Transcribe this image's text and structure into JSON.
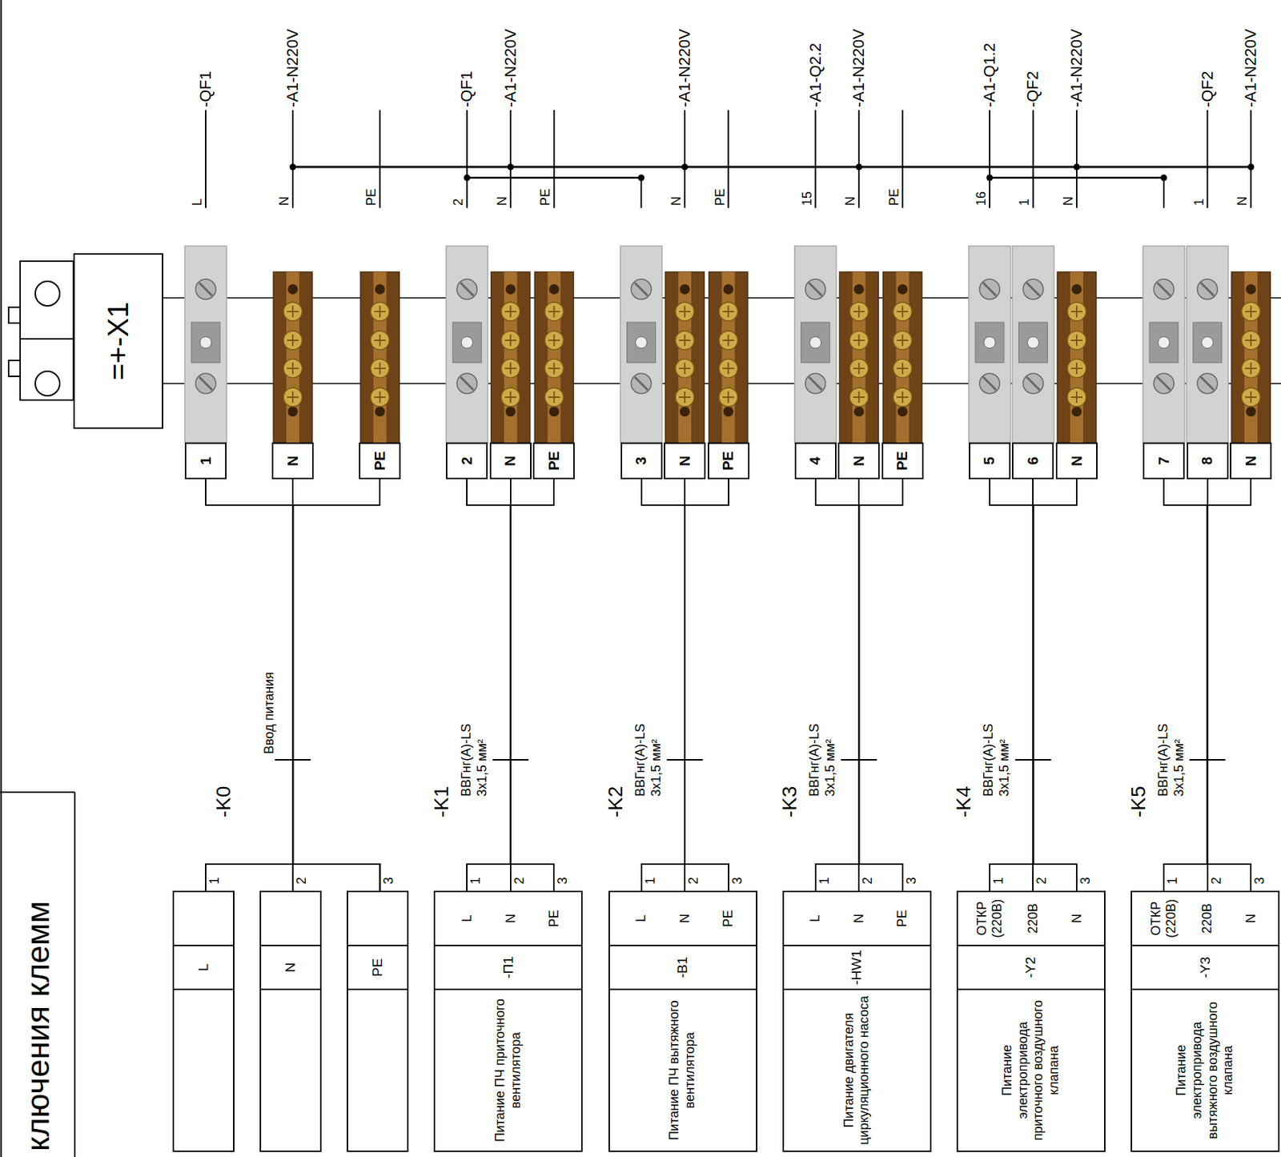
{
  "diagram": {
    "title": "ключения клемм",
    "nodes": [
      {
        "text": [
          "=+-X1"
        ]
      },
      {
        "text": [
          "1"
        ]
      },
      {
        "text": [
          "N"
        ]
      },
      {
        "text": [
          "PE"
        ]
      },
      {
        "text": [
          "2"
        ]
      },
      {
        "text": [
          "N"
        ]
      },
      {
        "text": [
          "PE"
        ]
      },
      {
        "text": [
          "3"
        ]
      },
      {
        "text": [
          "N"
        ]
      },
      {
        "text": [
          "PE"
        ]
      },
      {
        "text": [
          "4"
        ]
      },
      {
        "text": [
          "N"
        ]
      },
      {
        "text": [
          "PE"
        ]
      },
      {
        "text": [
          "5"
        ]
      },
      {
        "text": [
          "6"
        ]
      },
      {
        "text": [
          "N"
        ]
      },
      {
        "text": [
          "7"
        ]
      },
      {
        "text": [
          "8"
        ]
      },
      {
        "text": [
          "N"
        ]
      },
      {
        "text": [
          "L"
        ]
      },
      {
        "text": [
          "N"
        ]
      },
      {
        "text": [
          "PE"
        ]
      },
      {
        "text": [
          "L",
          "N",
          "PE",
          "-П1",
          "Питание ПЧ приточного вентилятора"
        ]
      },
      {
        "text": [
          "L",
          "N",
          "PE",
          "-В1",
          "Питание ПЧ вытяжного вентилятора"
        ]
      },
      {
        "text": [
          "L",
          "N",
          "PE",
          "-HW1",
          "Питание двигателя циркуляционного насоса"
        ]
      },
      {
        "text": [
          "ОТКР (220В)",
          "220В",
          "N",
          "-Y2",
          "Питание электропривода приточного воздушного клапана"
        ]
      },
      {
        "text": [
          "ОТКР (220В)",
          "220В",
          "N",
          "-Y3",
          "Питание электропривода вытяжного воздушного клапана"
        ]
      }
    ],
    "edges": [
      {
        "from": 1,
        "to": 19,
        "arrow": "none"
      },
      {
        "from": 1,
        "to": 20,
        "arrow": "none"
      },
      {
        "from": 1,
        "to": 21,
        "arrow": "none"
      },
      {
        "from": 2,
        "to": 19,
        "arrow": "none"
      },
      {
        "from": 2,
        "to": 20,
        "arrow": "none"
      },
      {
        "from": 2,
        "to": 21,
        "arrow": "none"
      },
      {
        "from": 3,
        "to": 19,
        "arrow": "none"
      },
      {
        "from": 3,
        "to": 20,
        "arrow": "none"
      },
      {
        "from": 3,
        "to": 21,
        "arrow": "none"
      },
      {
        "from": 4,
        "to": 22,
        "arrow": "none"
      },
      {
        "from": 5,
        "to": 22,
        "arrow": "none"
      },
      {
        "from": 6,
        "to": 22,
        "arrow": "none"
      },
      {
        "from": 7,
        "to": 23,
        "arrow": "none"
      },
      {
        "from": 8,
        "to": 23,
        "arrow": "none"
      },
      {
        "from": 9,
        "to": 23,
        "arrow": "none"
      },
      {
        "from": 10,
        "to": 24,
        "arrow": "none"
      },
      {
        "from": 11,
        "to": 24,
        "arrow": "none"
      },
      {
        "from": 12,
        "to": 24,
        "arrow": "none"
      },
      {
        "from": 13,
        "to": 25,
        "arrow": "none"
      },
      {
        "from": 14,
        "to": 25,
        "arrow": "none"
      },
      {
        "from": 15,
        "to": 25,
        "arrow": "none"
      },
      {
        "from": 16,
        "to": 26,
        "arrow": "none"
      },
      {
        "from": 17,
        "to": 26,
        "arrow": "none"
      },
      {
        "from": 18,
        "to": 26,
        "arrow": "none"
      }
    ],
    "labels": [
      "-QF1",
      "L",
      "-A1-N220V",
      "N",
      "PE",
      "-QF1",
      "2",
      "-A1-N220V",
      "N",
      "PE",
      "-A1-N220V",
      "N",
      "PE",
      "-A1-Q2.2",
      "15",
      "-A1-N220V",
      "N",
      "PE",
      "-A1-Q1.2",
      "16",
      "-QF2",
      "1",
      "-A1-N220V",
      "N",
      "-QF2",
      "1",
      "-A1-N220V",
      "N",
      "-K0",
      "Ввод питания",
      "-K1",
      "ВВГнг(А)-LS",
      "3х1,5 мм²",
      "-K2",
      "ВВГнг(А)-LS",
      "3х1,5 мм²",
      "-K3",
      "ВВГнг(А)-LS",
      "3х1,5 мм²",
      "-K4",
      "ВВГнг(А)-LS",
      "3х1,5 мм²",
      "-K5",
      "ВВГнг(А)-LS",
      "3х1,5 мм²",
      "1",
      "2",
      "3",
      "1",
      "2",
      "3",
      "1",
      "2",
      "3",
      "1",
      "2",
      "3",
      "1",
      "2",
      "3",
      "1",
      "2",
      "3"
    ]
  }
}
